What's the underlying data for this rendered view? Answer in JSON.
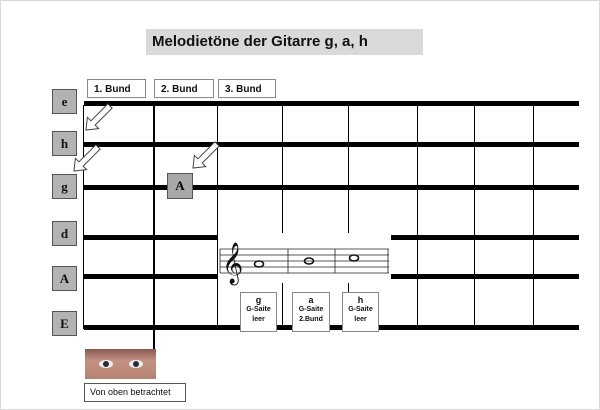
{
  "title": "Melodietöne der Gitarre g, a, h",
  "fret_labels": [
    "1. Bund",
    "2. Bund",
    "3. Bund"
  ],
  "strings": [
    "e",
    "h",
    "g",
    "d",
    "A",
    "E"
  ],
  "fretted_note": "A",
  "notes": [
    {
      "name": "g",
      "line1": "G-Saite",
      "line2": "leer"
    },
    {
      "name": "a",
      "line1": "G-Saite",
      "line2": "2.Bund"
    },
    {
      "name": "h",
      "line1": "G-Saite",
      "line2": "leer"
    }
  ],
  "caption": "Von oben betrachtet",
  "colors": {
    "label_bg": "#b3b3b3",
    "title_bg": "#d9d9d9",
    "string": "#000000"
  }
}
